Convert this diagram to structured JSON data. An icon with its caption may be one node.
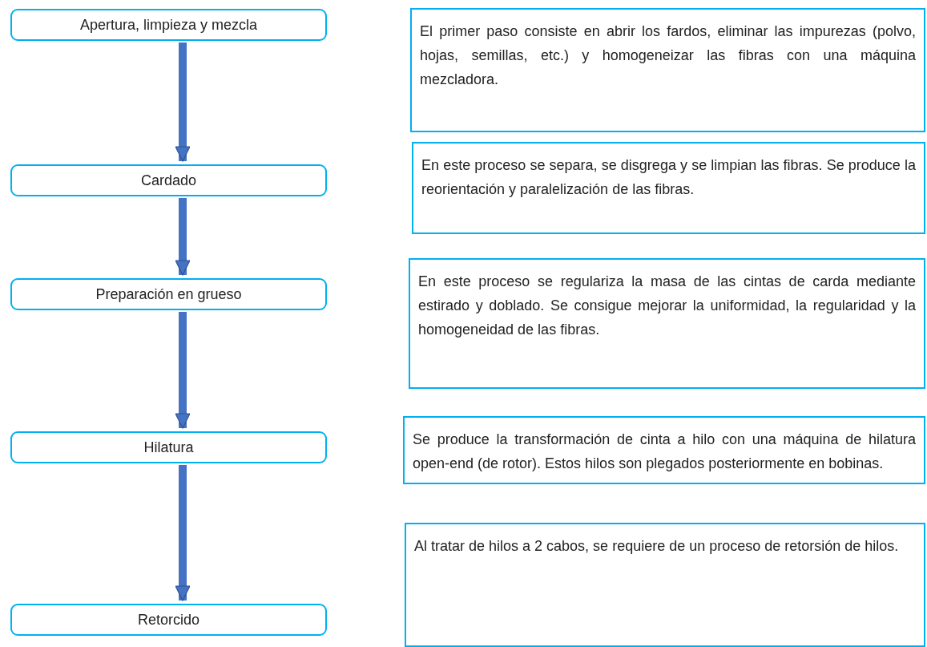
{
  "diagram": {
    "nodes": [
      {
        "text": [
          "Apertura, limpieza y mezcla"
        ]
      },
      {
        "text": [
          "Cardado"
        ]
      },
      {
        "text": [
          "Preparación en grueso"
        ]
      },
      {
        "text": [
          "Hilatura"
        ]
      },
      {
        "text": [
          "Retorcido"
        ]
      },
      {
        "text": [
          "El primer paso consiste en abrir los fardos, eliminar las impurezas (polvo, hojas, semillas, etc.) y homogeneizar las fibras con una máquina mezcladora."
        ]
      },
      {
        "text": [
          "En este proceso se separa, se disgrega y se limpian las fibras. Se produce la reorientación y paralelización de las fibras."
        ]
      },
      {
        "text": [
          "En este proceso se regulariza la masa de las cintas de carda mediante estirado y doblado. Se consigue mejorar la uniformidad, la regularidad y la homogeneidad de las fibras."
        ]
      },
      {
        "text": [
          "Se produce la transformación de cinta a hilo con una máquina de hilatura open-end (de rotor). Estos hilos son plegados posteriormente en bobinas."
        ]
      },
      {
        "text": [
          "Al tratar de hilos a 2 cabos, se requiere de un proceso de retorsión de hilos."
        ]
      }
    ],
    "edges": [
      {
        "from": 0,
        "to": 1,
        "arrow": "to"
      },
      {
        "from": 1,
        "to": 2,
        "arrow": "to"
      },
      {
        "from": 2,
        "to": 3,
        "arrow": "to"
      },
      {
        "from": 3,
        "to": 4,
        "arrow": "to"
      }
    ]
  }
}
